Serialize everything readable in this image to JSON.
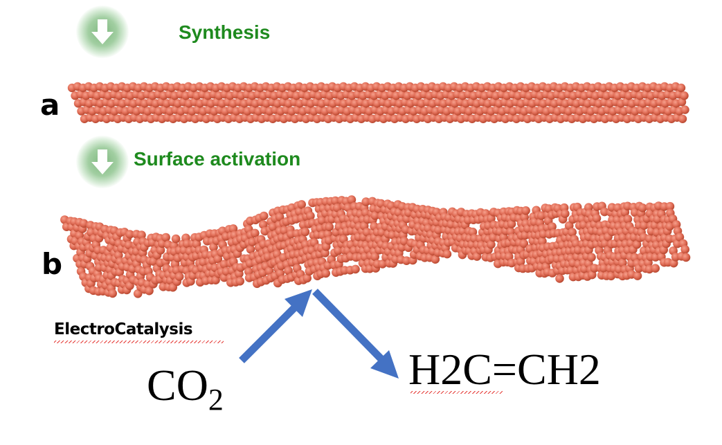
{
  "steps": [
    {
      "label": "Synthesis",
      "icon": "down-arrow-icon"
    },
    {
      "label": "Surface activation",
      "icon": "down-arrow-icon"
    }
  ],
  "panels": {
    "a": {
      "letter": "a",
      "description": "pristine nanowire"
    },
    "b": {
      "letter": "b",
      "description": "surface-activated nanowire"
    }
  },
  "process": {
    "label": "ElectroCatalysis",
    "reactant_main": "CO",
    "reactant_sub": "2",
    "product": "H2C=CH2"
  },
  "colors": {
    "atom": "#e2705a",
    "step_text": "#1e8a1e",
    "arrow": "#4472c4",
    "spellcheck": "#e53935"
  }
}
